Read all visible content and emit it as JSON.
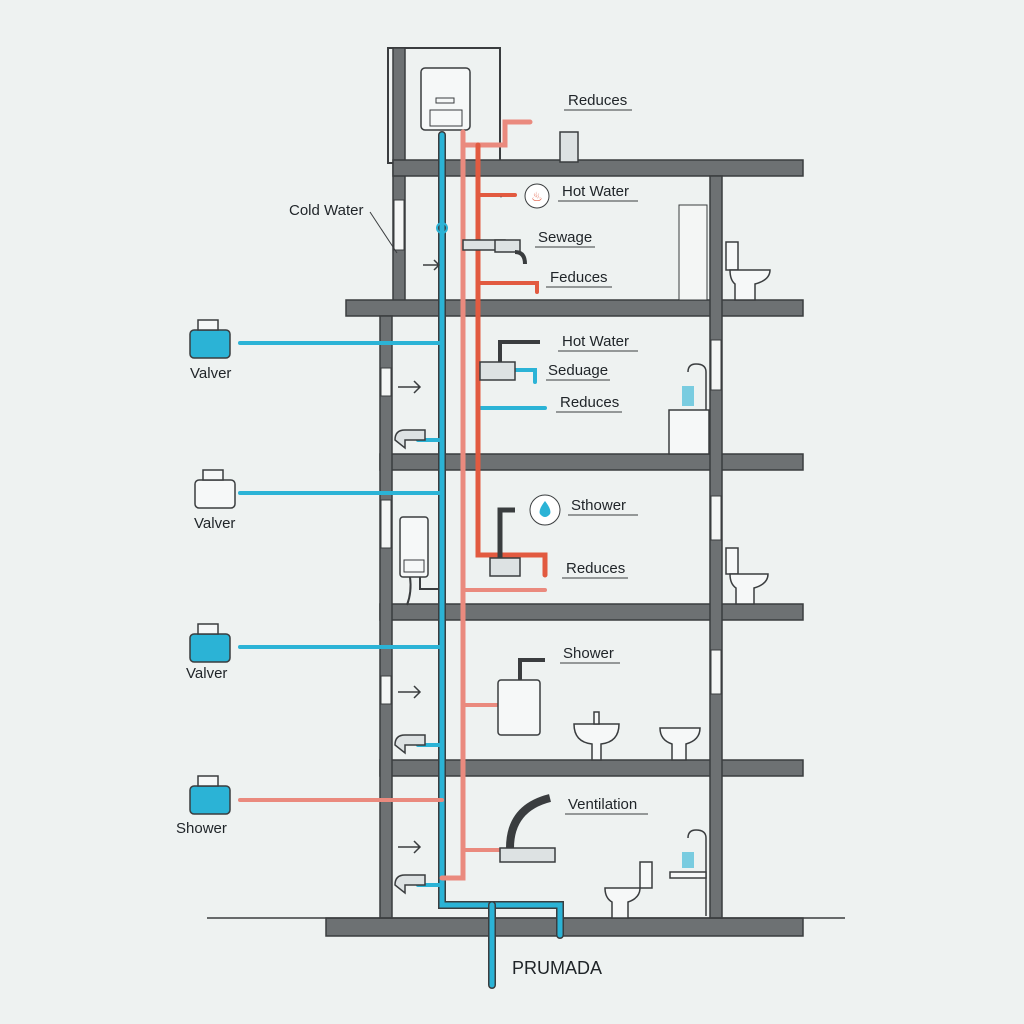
{
  "colors": {
    "background": "#eef2f1",
    "wall": "#6d7173",
    "cold": "#2bb3d6",
    "hot_light": "#ea8a7e",
    "hot": "#e25a40",
    "fixture": "#8a9094"
  },
  "labels": {
    "reduces_top": "Reduces",
    "hot_water_1": "Hot Water",
    "cold_water": "Cold Water",
    "sewage": "Sewage",
    "feduces": "Feduces",
    "hot_water_2": "Hot Water",
    "seduage": "Seduage",
    "reduces_2": "Reduces",
    "sthower": "Sthower",
    "reduces_3": "Reduces",
    "shower_1": "Shower",
    "ventilation": "Ventilation",
    "valver_1": "Valver",
    "valver_2": "Valver",
    "valver_3": "Valver",
    "shower_left": "Shower",
    "prumada": "PRUMADA"
  }
}
